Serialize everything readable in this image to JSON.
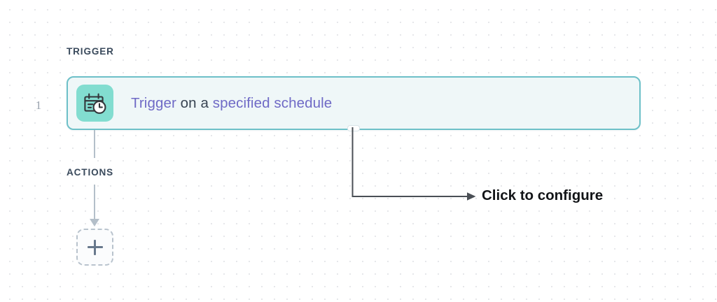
{
  "canvas": {
    "dot_grid": true,
    "background_color": "#ffffff",
    "dot_color": "#e6e7ea"
  },
  "sections": {
    "trigger_label": "TRIGGER",
    "actions_label": "ACTIONS"
  },
  "trigger_node": {
    "step_number": "1",
    "icon": "calendar-clock-icon",
    "icon_tile_color": "#82ddd0",
    "border_color": "#6dc0c8",
    "fill_color": "#eff7f8",
    "accent_text_color": "#6f6ac6",
    "plain_text_color": "#384452",
    "text_parts": [
      {
        "text": "Trigger",
        "style": "accent"
      },
      {
        "text": " on a ",
        "style": "plain"
      },
      {
        "text": "specified schedule",
        "style": "accent"
      }
    ],
    "text_full": "Trigger on a specified schedule"
  },
  "add_action": {
    "label": "+",
    "icon": "plus-icon",
    "border_style": "dashed",
    "border_color": "#b9c3cd"
  },
  "callout": {
    "text": "Click to configure",
    "text_color": "#121417",
    "arrow_color": "#4a4f55"
  },
  "connectors": {
    "color": "#b4bfc9"
  }
}
